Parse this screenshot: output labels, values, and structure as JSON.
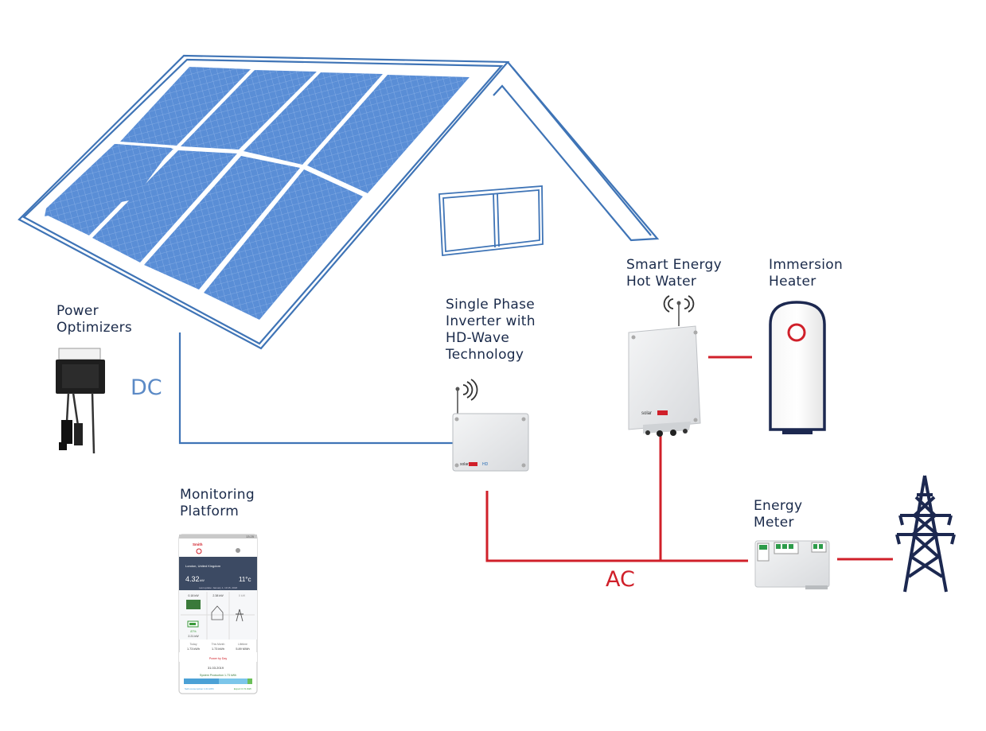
{
  "labels": {
    "power_optimizers": [
      "Power",
      "Optimizers"
    ],
    "inverter": [
      "Single Phase",
      "Inverter with",
      "HD-Wave",
      "Technology"
    ],
    "smart_energy": [
      "Smart Energy",
      "Hot Water"
    ],
    "immersion": [
      "Immersion",
      "Heater"
    ],
    "monitoring": [
      "Monitoring",
      "Platform"
    ],
    "energy_meter": [
      "Energy",
      "Meter"
    ],
    "dc": "DC",
    "ac": "AC"
  },
  "brand": {
    "logo_text": "solar"
  },
  "phone": {
    "time": "13:25",
    "site_name": "Smith",
    "location": "London, United Kingdom",
    "power_value": "4.32",
    "power_unit": "kW",
    "temperature": "11°c",
    "last_update": "Last update: January 1, 10:15, 2018",
    "flow_pv": "0.18 kW",
    "flow_home": "2.38 kW",
    "flow_grid": "0 kW",
    "battery_pct": "87%",
    "battery_kw": "2.21 kW",
    "stats": [
      {
        "label": "Today",
        "value": "1.73 kWh"
      },
      {
        "label": "This Month",
        "value": "1.73 kWh"
      },
      {
        "label": "Lifetime",
        "value": "5.89 MWh"
      }
    ],
    "section_title": "Power by Day",
    "date_value": "31.03.2019",
    "system_production": "System Production 1.73 kWh",
    "self_consumption": "Self-consumption 1.01 kWh",
    "export": "Export 0.72 kWh"
  },
  "colors": {
    "dc_line": "#5b8ac6",
    "ac_line": "#d0202a",
    "outline": "#3f74b6",
    "panel": "#5a8ed6",
    "label": "#1a2a4a",
    "tower": "#1c2850"
  }
}
